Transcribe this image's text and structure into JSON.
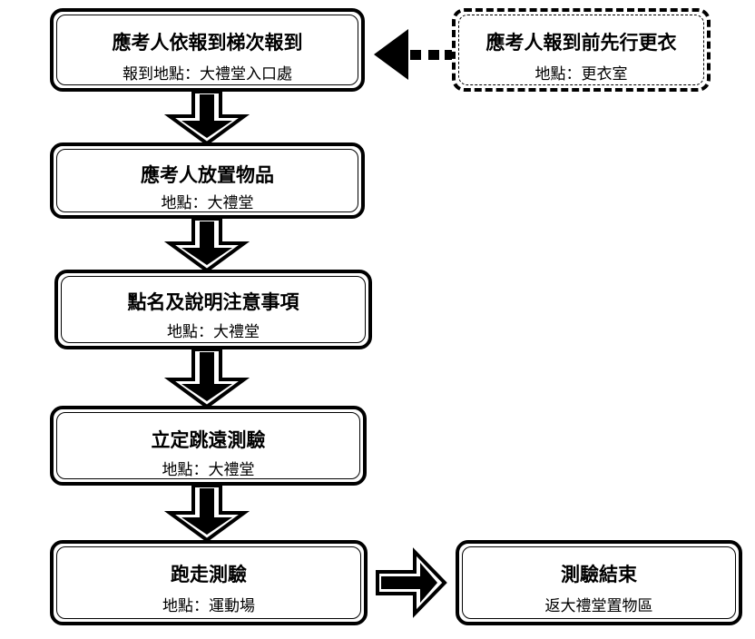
{
  "steps": [
    {
      "title": "應考人依報到梯次報到",
      "sub": "報到地點：大禮堂入口處"
    },
    {
      "title": "應考人放置物品",
      "sub": "地點：大禮堂"
    },
    {
      "title": "點名及說明注意事項",
      "sub": "地點：大禮堂"
    },
    {
      "title": "立定跳遠測驗",
      "sub": "地點：大禮堂"
    },
    {
      "title": "跑走測驗",
      "sub": "地點：運動場"
    }
  ],
  "side_step": {
    "title": "應考人報到前先行更衣",
    "sub": "地點：更衣室"
  },
  "end_step": {
    "title": "測驗結束",
    "sub": "返大禮堂置物區"
  }
}
